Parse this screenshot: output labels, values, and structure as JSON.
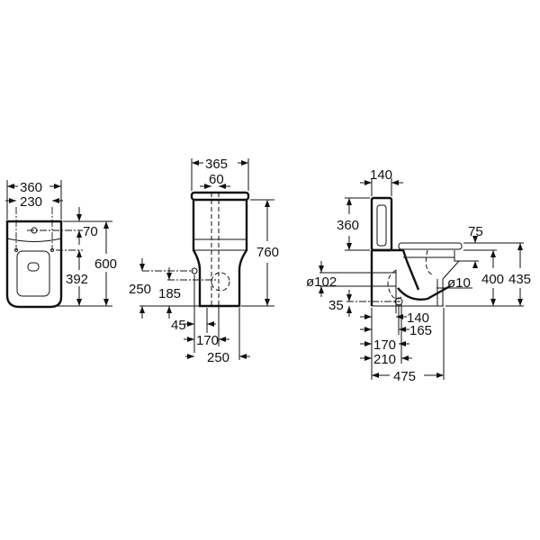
{
  "front_view": {
    "width_total": "360",
    "width_holes": "230",
    "dim_70": "70",
    "dim_392": "392",
    "depth_600": "600"
  },
  "rear_view": {
    "width_365": "365",
    "dim_60": "60",
    "height_760": "760",
    "dim_250_v": "250",
    "dim_185": "185",
    "dim_45": "45",
    "dim_170": "170",
    "dim_250_h": "250"
  },
  "side_view": {
    "dim_140_top": "140",
    "dim_360": "360",
    "dim_75": "75",
    "dim_400": "400",
    "dim_435": "435",
    "dia_102": "ø102",
    "dia_10": "ø10",
    "dim_35": "35",
    "dim_140": "140",
    "dim_165": "165",
    "dim_170": "170",
    "dim_210": "210",
    "dim_475": "475"
  }
}
